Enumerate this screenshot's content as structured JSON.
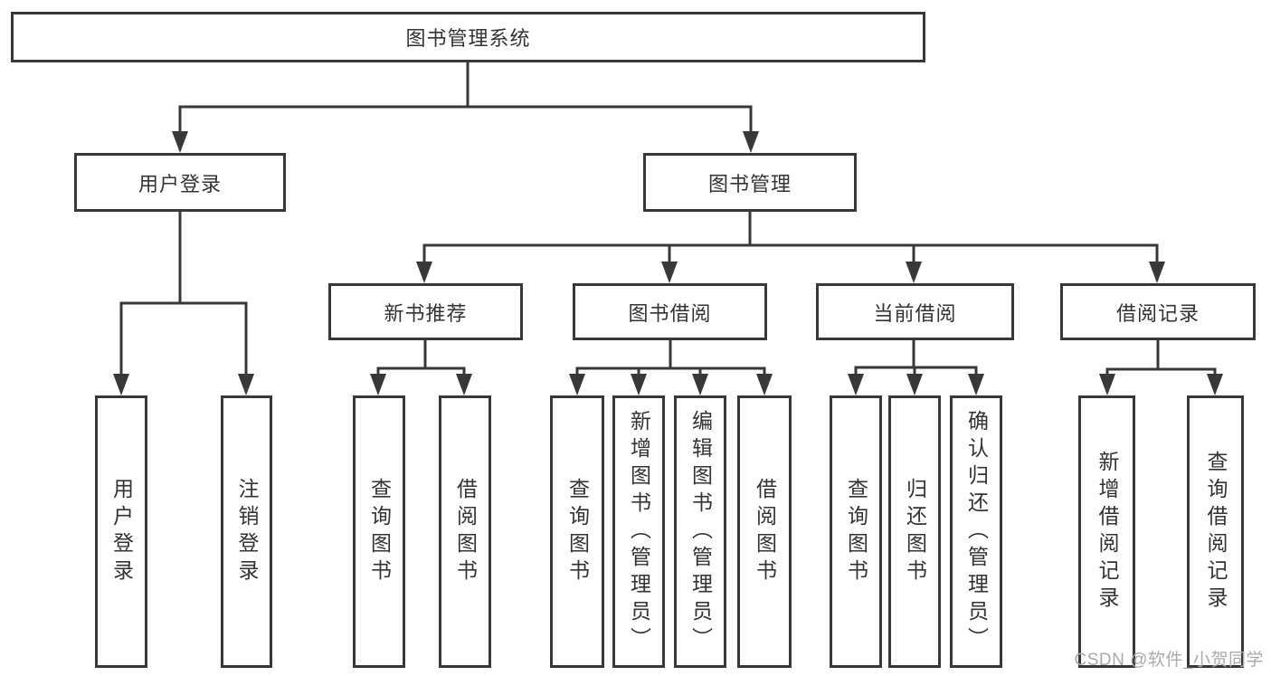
{
  "diagram": {
    "root_label": "图书管理系统",
    "line_color": "#383838",
    "watermark": "CSDN @软件_小贺同学",
    "branches": [
      {
        "label": "用户登录",
        "children": [
          {
            "label": "用户登录"
          },
          {
            "label": "注销登录"
          }
        ]
      },
      {
        "label": "图书管理",
        "children": [
          {
            "label": "新书推荐",
            "children": [
              {
                "label": "查询图书"
              },
              {
                "label": "借阅图书"
              }
            ]
          },
          {
            "label": "图书借阅",
            "children": [
              {
                "label": "查询图书"
              },
              {
                "label": "新增图书（管理员）"
              },
              {
                "label": "编辑图书（管理员）"
              },
              {
                "label": "借阅图书"
              }
            ]
          },
          {
            "label": "当前借阅",
            "children": [
              {
                "label": "查询图书"
              },
              {
                "label": "归还图书"
              },
              {
                "label": "确认归还（管理员）"
              }
            ]
          },
          {
            "label": "借阅记录",
            "children": [
              {
                "label": "新增借阅记录"
              },
              {
                "label": "查询借阅记录"
              }
            ]
          }
        ]
      }
    ]
  }
}
